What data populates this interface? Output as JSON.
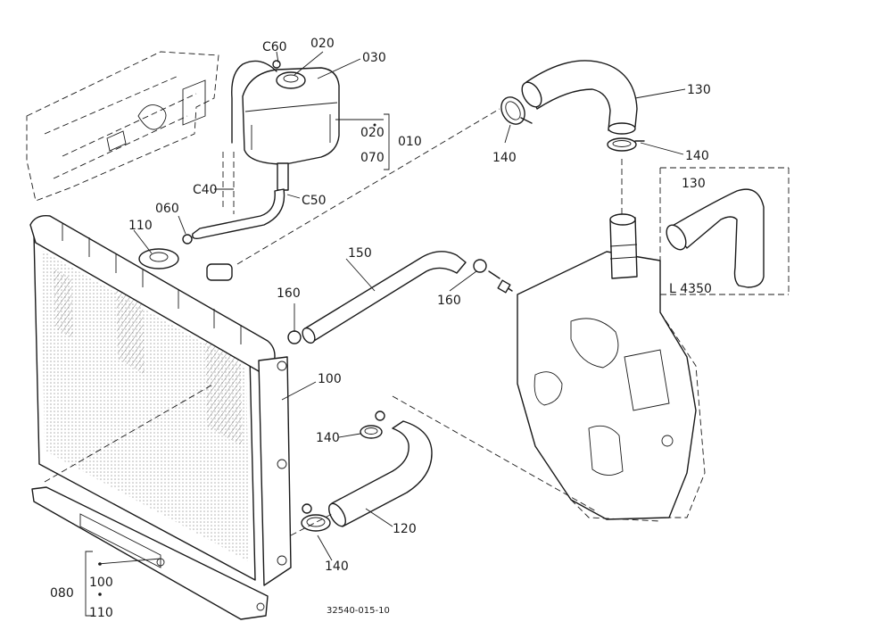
{
  "drawing": {
    "ref": "32540-015-10"
  },
  "callouts": {
    "c010": "010",
    "c020a": "020",
    "c020b": "020",
    "c030": "030",
    "c040": "C40",
    "c050": "C50",
    "c060a": "C60",
    "c060b": "060",
    "c070": "070",
    "c080": "080",
    "c100a": "100",
    "c100b": "100",
    "c110a": "110",
    "c110b": "110",
    "c120": "120",
    "c130a": "130",
    "c130b": "130",
    "c140a": "140",
    "c140b": "140",
    "c140c": "140",
    "c140d": "140",
    "c150": "150",
    "c160a": "160",
    "c160b": "160",
    "variant": "L 4350"
  }
}
